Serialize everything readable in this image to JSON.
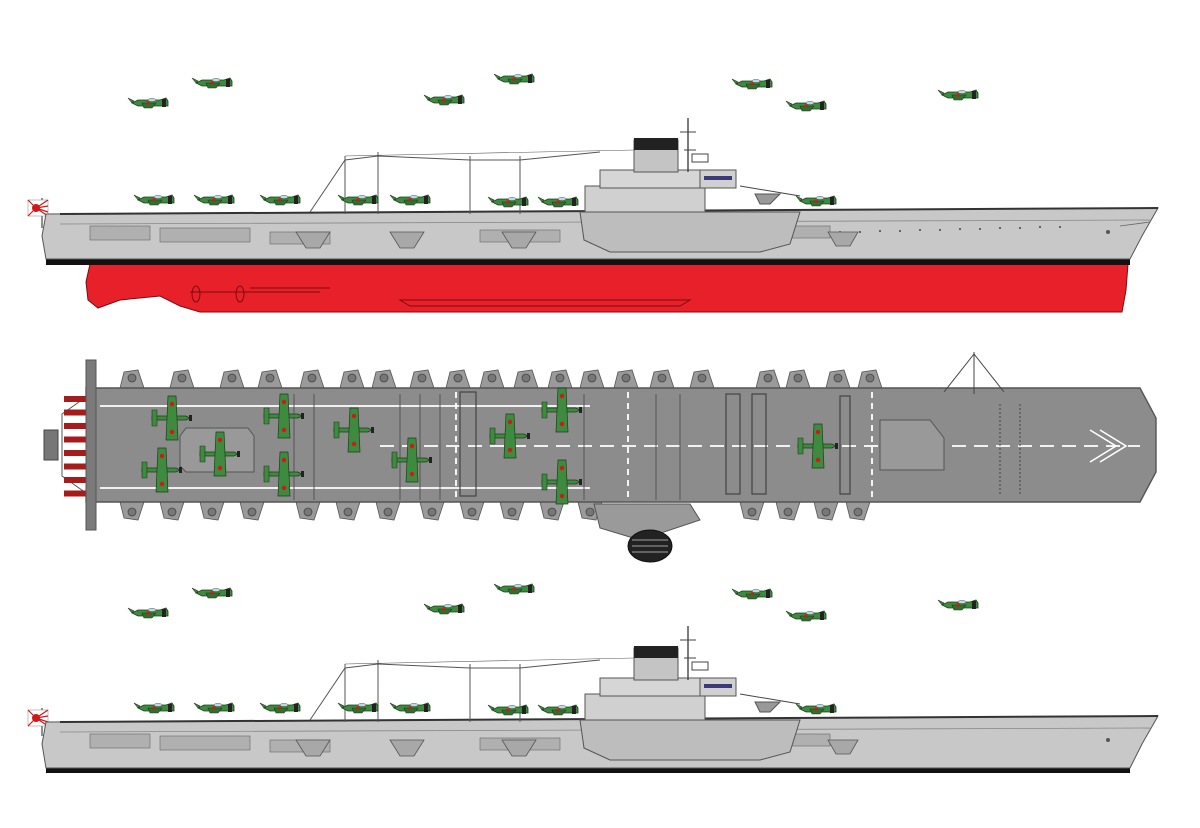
{
  "colors": {
    "background": "#ffffff",
    "hull_gray": "#c8c8c8",
    "hull_outline": "#555555",
    "deck_gray": "#8c8c8c",
    "deck_edge": "#6e6e6e",
    "antifouling_red": "#e8202a",
    "waterline_black": "#111111",
    "aircraft_green": "#3e8a3e",
    "hinomaru_red": "#d01818",
    "deck_stripe_red": "#a61c1c",
    "funnel_black": "#222222",
    "dash_white": "#ffffff"
  },
  "icons": {
    "ensign": "rising-sun-ensign-icon",
    "aircraft": "fighter-aircraft-icon",
    "arrow": "deck-arrow-icon"
  },
  "views": [
    {
      "id": "profile-painted",
      "kind": "side-elevation"
    },
    {
      "id": "plan",
      "kind": "flight-deck-plan"
    },
    {
      "id": "profile-waterline",
      "kind": "side-elevation"
    }
  ]
}
